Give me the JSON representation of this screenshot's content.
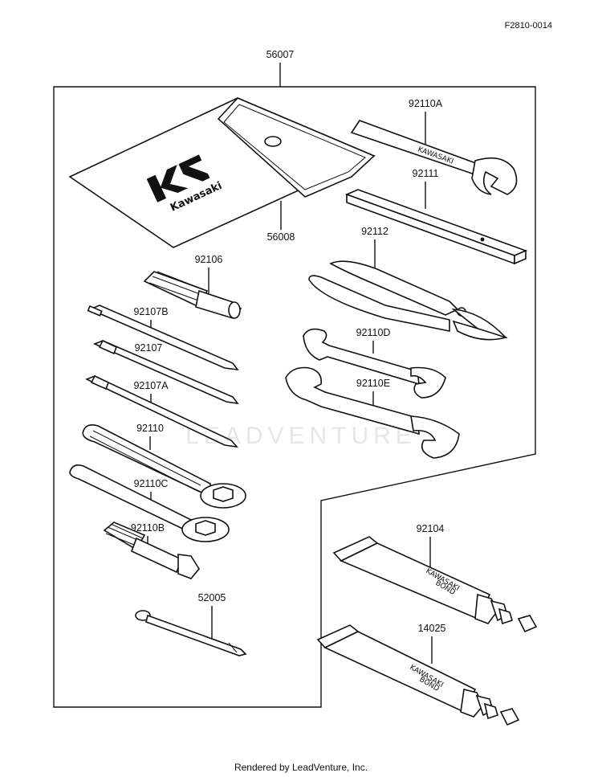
{
  "diagram": {
    "drawing_number": "F2810-0014",
    "footer": "Rendered by LeadVenture, Inc.",
    "watermark": "LEADVENTURE",
    "labels": {
      "p56007": "56007",
      "p56008": "56008",
      "p92110A": "92110A",
      "p92111": "92111",
      "p92112": "92112",
      "p92110D": "92110D",
      "p92110E": "92110E",
      "p92106": "92106",
      "p92107B": "92107B",
      "p92107": "92107",
      "p92107A": "92107A",
      "p92110": "92110",
      "p92110C": "92110C",
      "p92110B": "92110B",
      "p52005": "52005",
      "p92104": "92104",
      "p14025": "14025"
    },
    "pouch_logo": "Kawasaki",
    "tube1_text": [
      "KAWASAKI",
      "BOND"
    ],
    "tube2_text": [
      "KAWASAKI",
      "BOND"
    ]
  }
}
